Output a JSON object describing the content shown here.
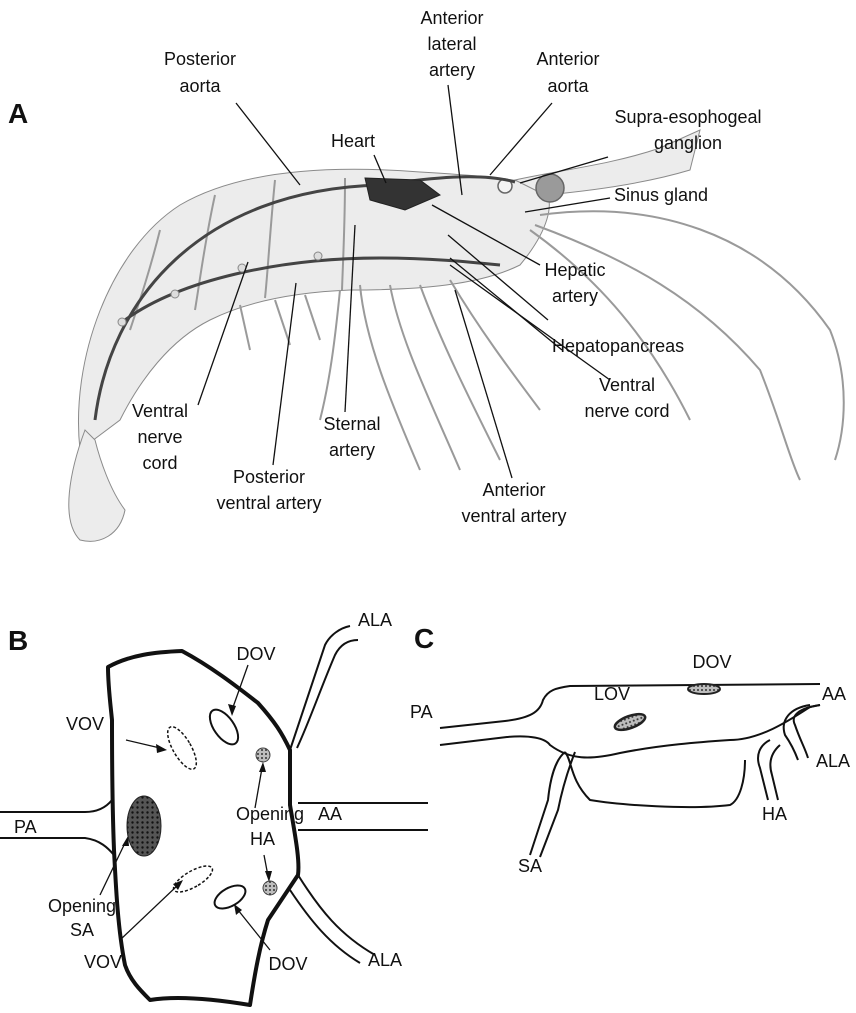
{
  "panel_a": {
    "letter": "A",
    "labels": {
      "posterior_aorta": [
        "Posterior",
        "aorta"
      ],
      "anterior_lateral_artery": [
        "Anterior",
        "lateral",
        "artery"
      ],
      "anterior_aorta": [
        "Anterior",
        "aorta"
      ],
      "heart": [
        "Heart"
      ],
      "supra_esophageal_ganglion": [
        "Supra-esophogeal",
        "ganglion"
      ],
      "sinus_gland": [
        "Sinus gland"
      ],
      "hepatic_artery": [
        "Hepatic",
        "artery"
      ],
      "hepatopancreas": [
        "Hepatopancreas"
      ],
      "ventral_nerve_cord_right": [
        "Ventral",
        "nerve cord"
      ],
      "ventral_nerve_cord_left": [
        "Ventral",
        "nerve",
        "cord"
      ],
      "sternal_artery": [
        "Sternal",
        "artery"
      ],
      "posterior_ventral_artery": [
        "Posterior",
        "ventral artery"
      ],
      "anterior_ventral_artery": [
        "Anterior",
        "ventral artery"
      ]
    }
  },
  "panel_b": {
    "letter": "B",
    "labels": {
      "dov_top": "DOV",
      "ala_top": "ALA",
      "vov_top": "VOV",
      "opening_aa_1": "Opening",
      "opening_aa_2": "AA",
      "ha": "HA",
      "pa": "PA",
      "opening_sa_1": "Opening",
      "opening_sa_2": "SA",
      "vov_bottom": "VOV",
      "ala_bottom": "ALA",
      "dov_bottom": "DOV"
    }
  },
  "panel_c": {
    "letter": "C",
    "labels": {
      "dov": "DOV",
      "aa": "AA",
      "lov": "LOV",
      "pa": "PA",
      "ala": "ALA",
      "ha": "HA",
      "sa": "SA"
    }
  }
}
